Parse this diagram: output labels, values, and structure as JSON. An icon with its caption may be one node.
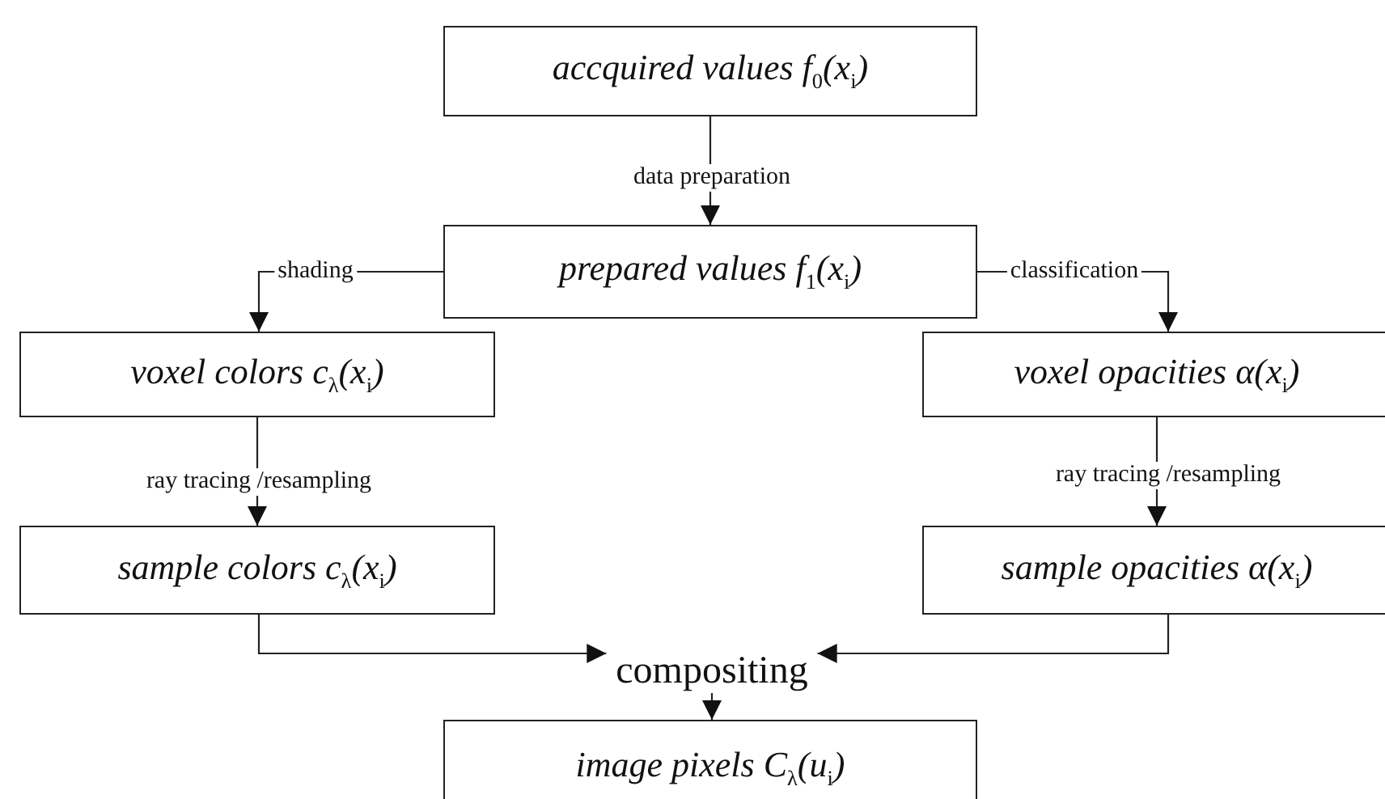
{
  "diagram": {
    "nodes": [
      {
        "text": [
          "accquired values f$_{0}$(x$_{i}$)"
        ]
      },
      {
        "text": [
          "prepared values f$_{1}$(x$_{i}$)"
        ]
      },
      {
        "text": [
          "voxel colors c$_{λ}$(x$_{i}$)"
        ]
      },
      {
        "text": [
          "voxel opacities α(x$_{i}$)"
        ]
      },
      {
        "text": [
          "sample colors c$_{λ}$(x$_{i}$)"
        ]
      },
      {
        "text": [
          "sample opacities α(x$_{i}$)"
        ]
      },
      {
        "text": [
          "compositing"
        ]
      },
      {
        "text": [
          "image pixels C$_{λ}$(u$_{i}$)"
        ]
      }
    ],
    "edges": [
      {
        "from": 0,
        "to": 1,
        "arrow": "to",
        "label": "data preparation"
      },
      {
        "from": 1,
        "to": 2,
        "arrow": "to",
        "label": "shading"
      },
      {
        "from": 1,
        "to": 3,
        "arrow": "to",
        "label": "classification"
      },
      {
        "from": 2,
        "to": 4,
        "arrow": "to",
        "label": "ray tracing /resampling"
      },
      {
        "from": 3,
        "to": 5,
        "arrow": "to",
        "label": "ray tracing /resampling"
      },
      {
        "from": 4,
        "to": 6,
        "arrow": "to"
      },
      {
        "from": 5,
        "to": 6,
        "arrow": "to"
      },
      {
        "from": 6,
        "to": 7,
        "arrow": "to"
      }
    ]
  }
}
